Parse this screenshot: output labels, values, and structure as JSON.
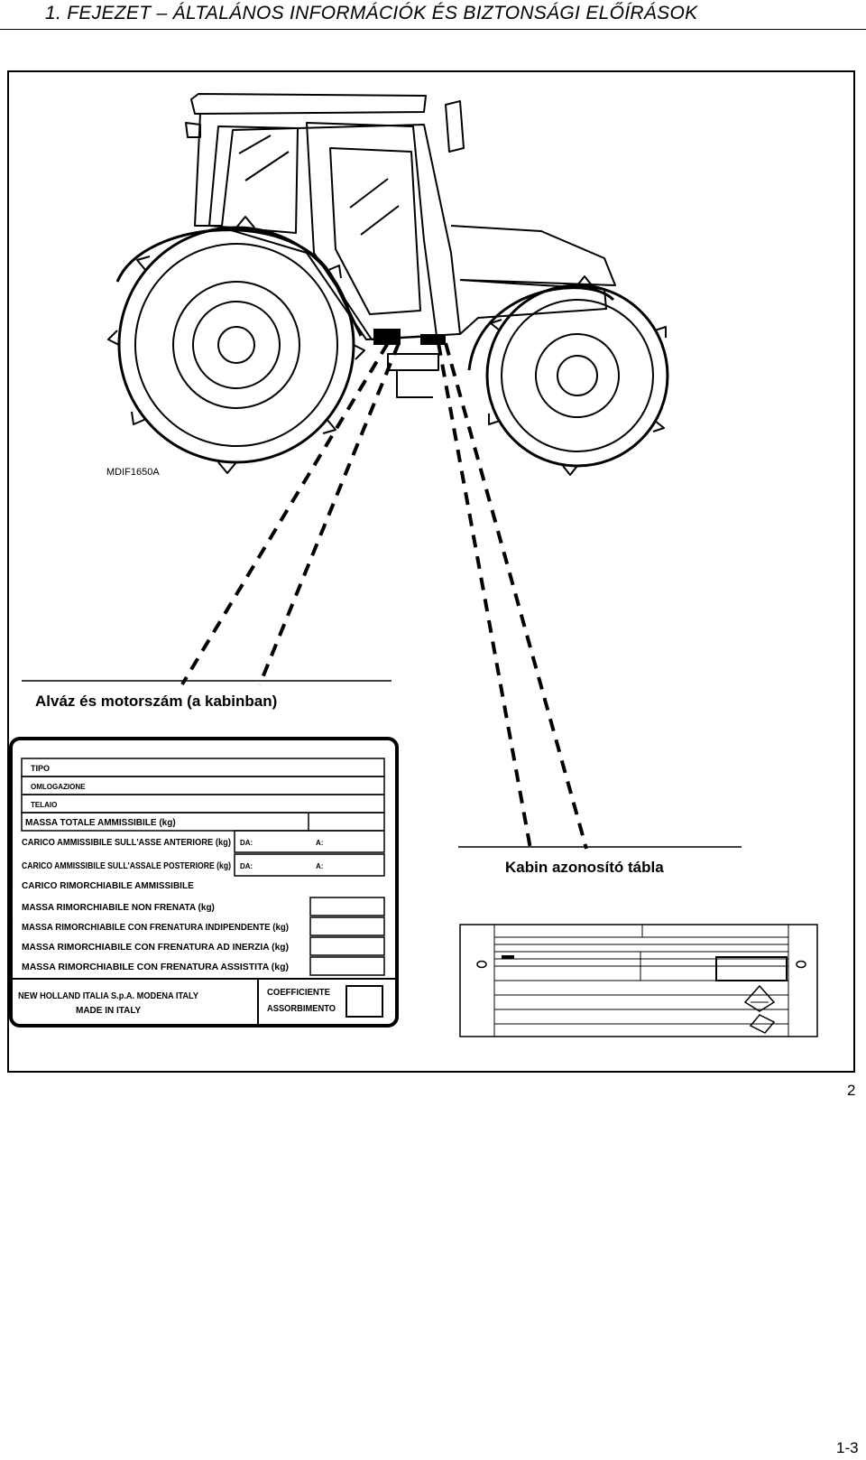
{
  "header": {
    "title": "1. FEJEZET – ÁLTALÁNOS INFORMÁCIÓK ÉS BIZTONSÁGI ELŐÍRÁSOK"
  },
  "figure": {
    "drawing_code": "MDIF1650A",
    "figure_number": "2",
    "chassis_caption": "Alváz és motorszám (a kabinban)",
    "cab_caption": "Kabin azonosító tábla",
    "chassis_plate": {
      "rows": [
        "TIPO",
        "OMLOGAZIONE",
        "TELAIO"
      ],
      "mass_lines": [
        "MASSA TOTALE AMMISSIBILE (kg)",
        "CARICO AMMISSIBILE SULL'ASSE ANTERIORE (kg)",
        "CARICO AMMISSIBILE SULL'ASSALE POSTERIORE (kg)",
        "CARICO RIMORCHIABILE AMMISSIBILE",
        "MASSA RIMORCHIABILE NON FRENATA (kg)",
        "MASSA RIMORCHIABILE CON FRENATURA INDIPENDENTE (kg)",
        "MASSA RIMORCHIABILE CON FRENATURA AD INERZIA (kg)",
        "MASSA RIMORCHIABILE CON FRENATURA ASSISTITA (kg)"
      ],
      "da_1": "DA:",
      "a_1": "A:",
      "da_2": "DA:",
      "a_2": "A:",
      "maker": "NEW HOLLAND ITALIA S.p.A. MODENA ITALY",
      "made_in": "MADE IN ITALY",
      "coefficient": "COEFFICIENTE",
      "absorption": "ASSORBIMENTO"
    }
  },
  "footer": {
    "page_number": "1-3"
  }
}
